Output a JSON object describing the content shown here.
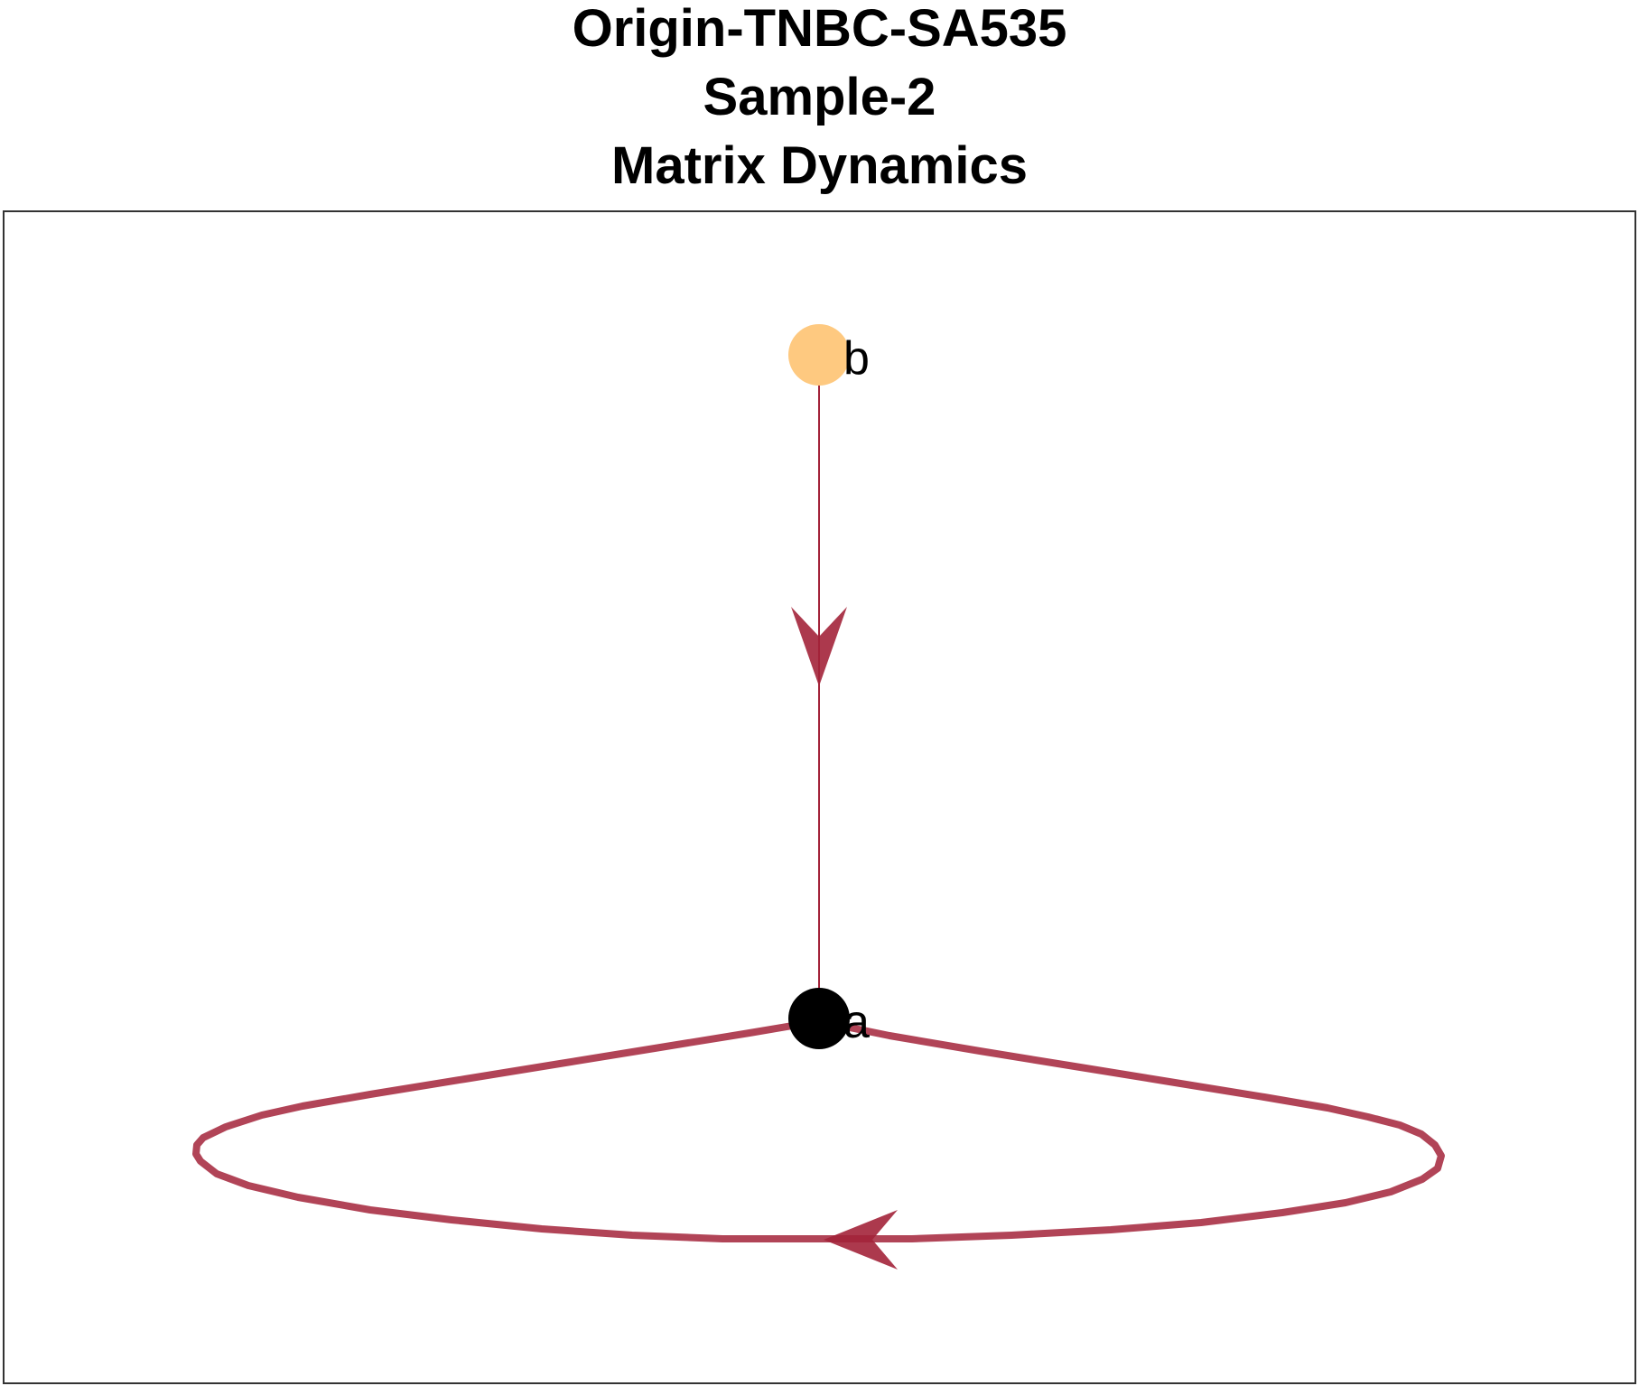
{
  "title": {
    "line1": "Origin-TNBC-SA535",
    "line2": "Sample-2",
    "line3": "Matrix Dynamics"
  },
  "nodes": [
    {
      "id": "b",
      "label": "b",
      "color": "#FEC980"
    },
    {
      "id": "a",
      "label": "a",
      "color": "#000000"
    }
  ],
  "edges": [
    {
      "from": "b",
      "to": "a",
      "kind": "straight",
      "color": "#A3233A"
    },
    {
      "from": "a",
      "to": "a",
      "kind": "self-loop",
      "color": "#A3233A"
    }
  ],
  "colors": {
    "frame": "#333333",
    "edge": "#A3233A",
    "arrowhead": "#A3233A"
  }
}
